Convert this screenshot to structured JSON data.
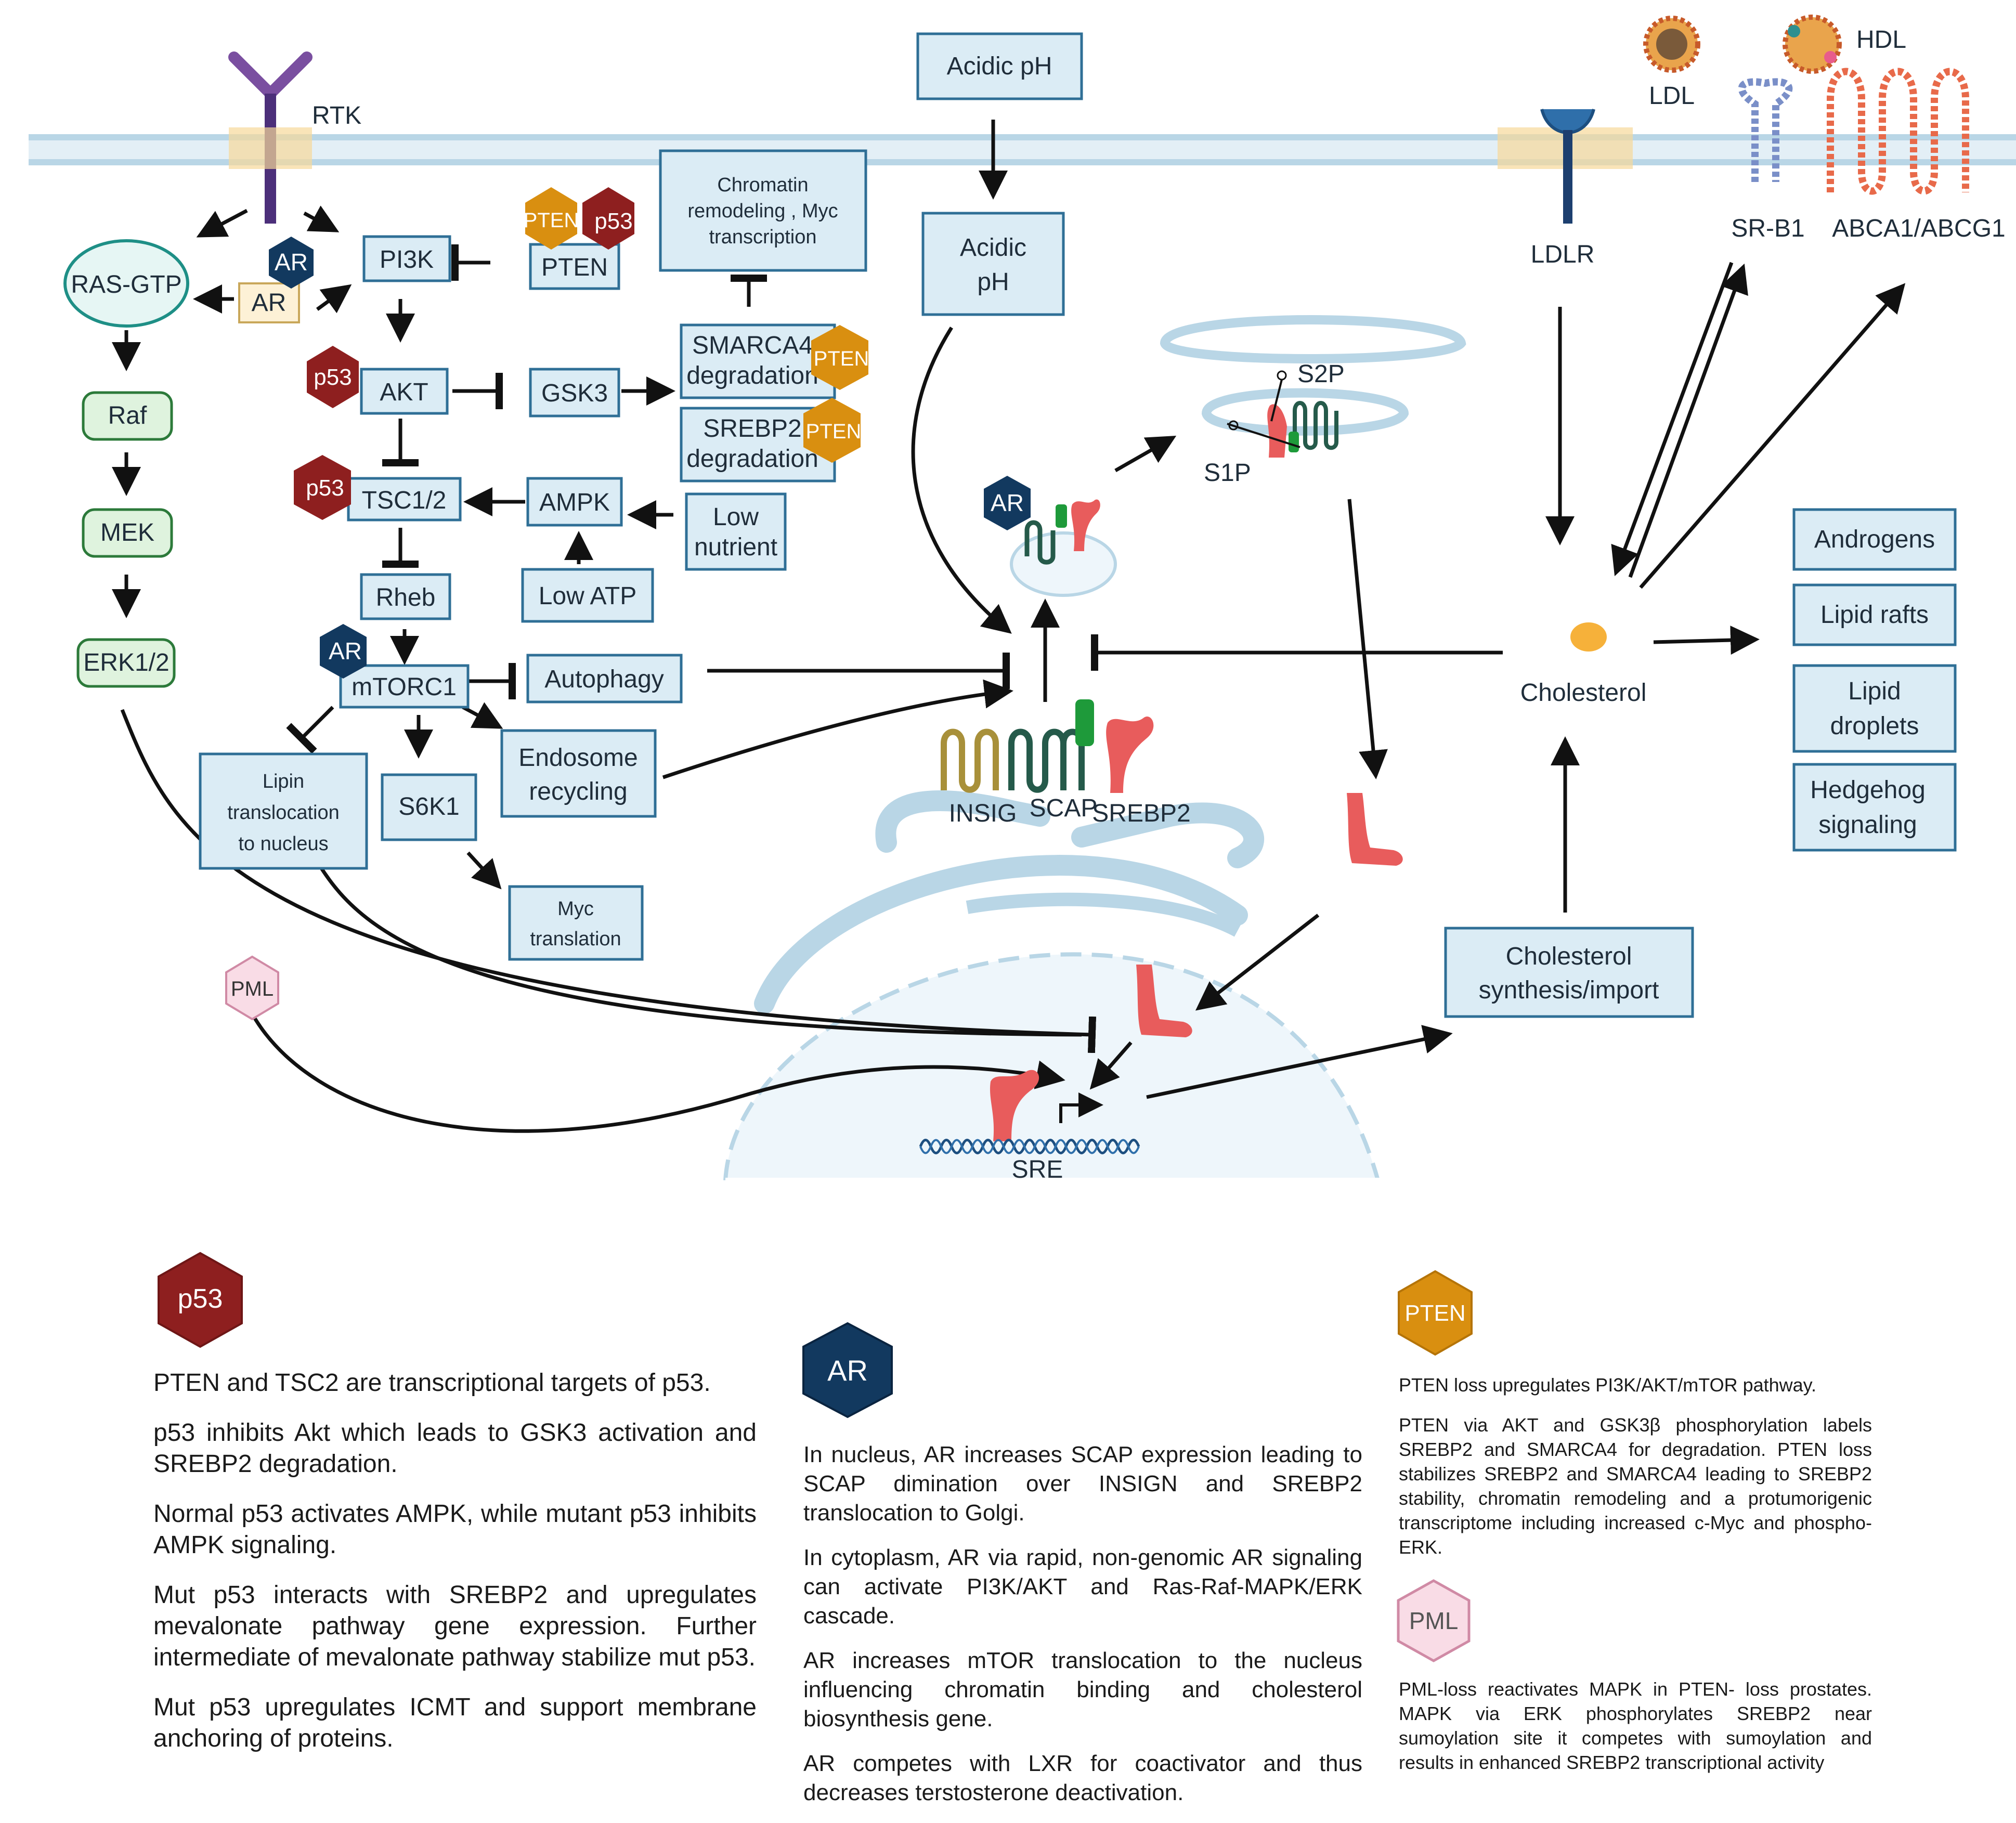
{
  "colors": {
    "box_fill": "#dbecf5",
    "box_stroke": "#2f6f96",
    "p53": "#8e1f1f",
    "ar": "#12395f",
    "pten": "#d98f10",
    "pml": "#f9dce6",
    "srebp2": "#e85c5c",
    "membrane": "#b9d6e6"
  },
  "diagram": {
    "nodes": {
      "rtk": "RTK",
      "ras_gtp": "RAS-GTP",
      "ar": "AR",
      "pi3k": "PI3K",
      "pten": "PTEN",
      "p53": "p53",
      "raf": "Raf",
      "mek": "MEK",
      "erk": "ERK1/2",
      "akt": "AKT",
      "gsk3": "GSK3",
      "tsc": "TSC1/2",
      "ampk": "AMPK",
      "low_nutrient": [
        "Low",
        "nutrient"
      ],
      "low_atp": "Low ATP",
      "rheb": "Rheb",
      "mtorc1": "mTORC1",
      "autophagy": "Autophagy",
      "endosome": [
        "Endosome",
        "recycling"
      ],
      "lipin": [
        "Lipin",
        "translocation",
        "to nucleus"
      ],
      "s6k1": "S6K1",
      "myc_translation": [
        "Myc",
        "translation"
      ],
      "chromatin": [
        "Chromatin",
        "remodeling , Myc",
        "transcription"
      ],
      "smarca4": [
        "SMARCA4",
        "degradation"
      ],
      "srebp2_deg": [
        "SREBP2",
        "degradation"
      ],
      "acidic_ph_1": "Acidic pH",
      "acidic_ph_2": [
        "Acidic",
        "pH"
      ],
      "s2p": "S2P",
      "s1p": "S1P",
      "insig": "INSIG",
      "scap": "SCAP",
      "srebp2": "SREBP2",
      "sre": "SRE",
      "pml": "PML",
      "ldl": "LDL",
      "hdl": "HDL",
      "ldlr": "LDLR",
      "srb1": "SR-B1",
      "abca1": "ABCA1/ABCG1",
      "cholesterol": "Cholesterol",
      "chol_synth": [
        "Cholesterol",
        "synthesis/import"
      ],
      "androgens": "Androgens",
      "lipid_rafts": "Lipid rafts",
      "lipid_droplets": [
        "Lipid",
        "droplets"
      ],
      "hedgehog": [
        "Hedgehog",
        "signaling"
      ]
    }
  },
  "legend": {
    "p53": {
      "badge": "p53",
      "notes": [
        "PTEN and TSC2 are transcriptional targets of p53.",
        "p53 inhibits Akt which leads to GSK3 activation and SREBP2 degradation.",
        "Normal p53 activates AMPK, while mutant p53 inhibits AMPK signaling.",
        "Mut p53 interacts with SREBP2 and upregulates mevalonate pathway gene expression. Further intermediate of mevalonate pathway stabilize mut p53.",
        "Mut p53 upregulates ICMT and support membrane anchoring of proteins."
      ]
    },
    "ar": {
      "badge": "AR",
      "notes": [
        "In nucleus, AR increases SCAP expression leading to SCAP dimination over INSIGN and SREBP2 translocation to Golgi.",
        "In cytoplasm, AR via rapid, non-genomic AR signaling can activate PI3K/AKT and Ras-Raf-MAPK/ERK cascade.",
        "AR increases mTOR translocation to the nucleus influencing chromatin binding and cholesterol biosynthesis gene.",
        "AR competes with LXR for coactivator and thus decreases terstosterone deactivation."
      ]
    },
    "pten": {
      "badge": "PTEN",
      "notes": [
        "PTEN loss upregulates PI3K/AKT/mTOR pathway.",
        "PTEN via AKT and GSK3β phosphorylation labels SREBP2 and SMARCA4 for degradation. PTEN loss stabilizes SREBP2 and SMARCA4 leading to SREBP2 stability, chromatin remodeling and a protumorigenic transcriptome including increased c-Myc and phospho-ERK."
      ]
    },
    "pml": {
      "badge": "PML",
      "notes": [
        "PML-loss reactivates MAPK in PTEN- loss prostates. MAPK via ERK phosphorylates SREBP2 near sumoylation site it competes with sumoylation and results in enhanced SREBP2 transcriptional activity"
      ]
    }
  }
}
